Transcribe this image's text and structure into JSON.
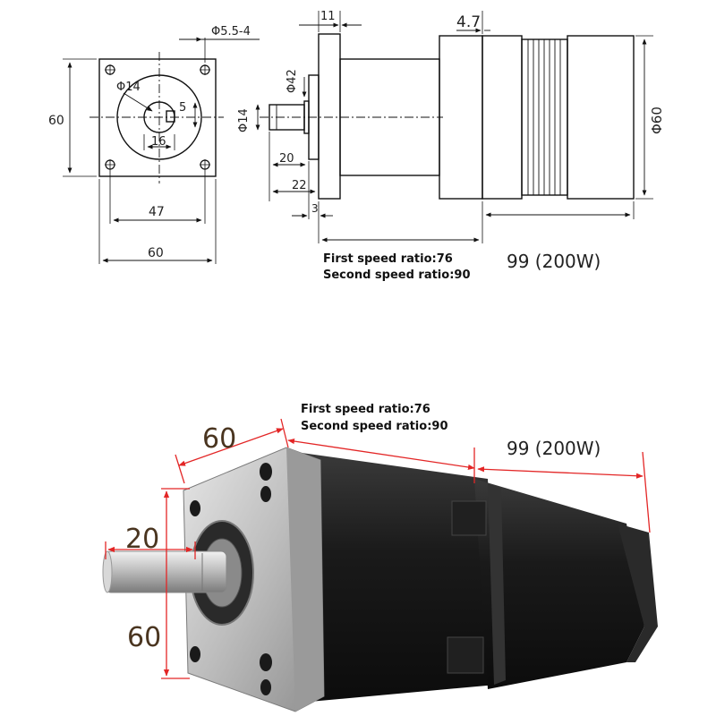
{
  "front_view": {
    "hole_spec": "Φ5.5-4",
    "pilot_diameter": "Φ14",
    "keyway_depth": "5",
    "keyway_width": "16",
    "side_height": "60",
    "bolt_spacing": "47",
    "overall_width": "60"
  },
  "side_view": {
    "flange_thickness": "11",
    "offset": "4.7",
    "boss_diameter": "Φ42",
    "shaft_diameter": "Φ14",
    "shaft_length": "20",
    "shaft_total": "22",
    "shoulder": "3",
    "body_diameter": "Φ60"
  },
  "notes": {
    "first_ratio": "First speed ratio:76",
    "second_ratio": "Second speed ratio:90",
    "motor_length": "99  (200W)"
  },
  "photo": {
    "flange_width": "60",
    "shaft_length": "20",
    "flange_height": "60",
    "first_ratio": "First speed ratio:76",
    "second_ratio": "Second speed ratio:90",
    "motor_length": "99  (200W)"
  },
  "colors": {
    "line": "#111111",
    "dimension_red": "#e32626",
    "label_brown": "#4a3520",
    "motor_body": "#1a1a1a",
    "flange_metal": "#c9c9c9"
  }
}
